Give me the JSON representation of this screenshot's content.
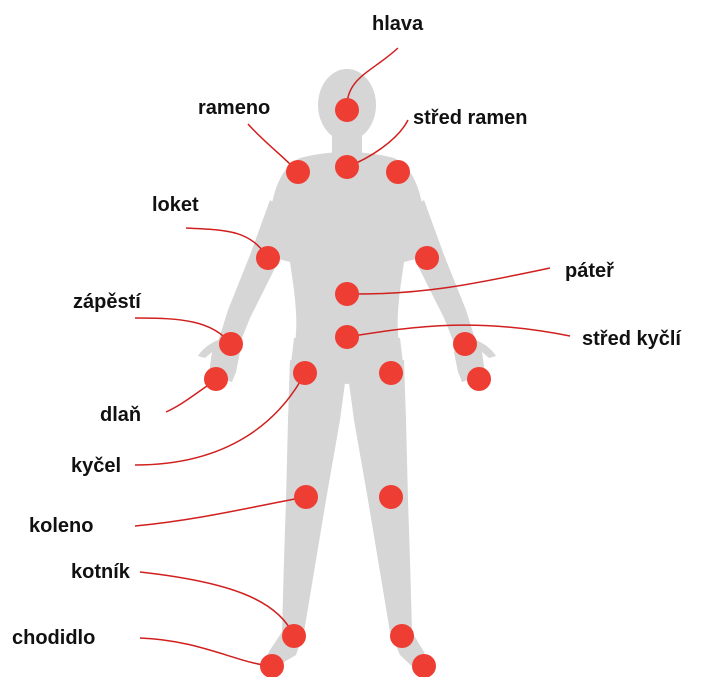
{
  "colors": {
    "silhouette": "#d6d6d6",
    "joint": "#ee3d33",
    "leader": "#d11f1f",
    "text": "#111111"
  },
  "labels": {
    "head": "hlava",
    "shoulder": "rameno",
    "shoulder_center": "střed ramen",
    "elbow": "loket",
    "spine": "páteř",
    "wrist": "zápěstí",
    "hip_center": "střed kyčlí",
    "hand": "dlaň",
    "hip": "kyčel",
    "knee": "koleno",
    "ankle": "kotník",
    "foot": "chodidlo"
  }
}
